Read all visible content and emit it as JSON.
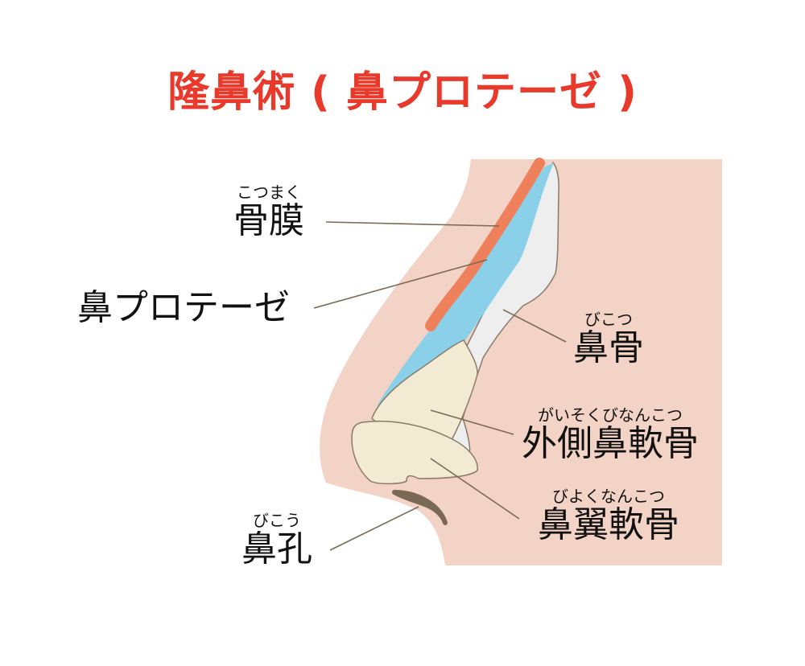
{
  "title": "隆鼻術 ( 鼻プロテーゼ )",
  "labels": {
    "periosteum": {
      "ruby": "こつまく",
      "text": "骨膜"
    },
    "implant": {
      "text": "鼻プロテーゼ"
    },
    "nasal_bone": {
      "ruby": "びこつ",
      "text": "鼻骨"
    },
    "lateral_cartilage": {
      "ruby": "がいそくびなんこつ",
      "text": "外側鼻軟骨"
    },
    "alar_cartilage": {
      "ruby": "びよくなんこつ",
      "text": "鼻翼軟骨"
    },
    "nostril": {
      "ruby": "びこう",
      "text": "鼻孔"
    }
  },
  "colors": {
    "title": "#e8392b",
    "skin": "#f3d3c6",
    "periosteum": "#ee815c",
    "implant": "#89d0e8",
    "bone": "#eeeeee",
    "cartilage": "#f2ead2",
    "nostril": "#7a6a55",
    "leader": "#7a6a55"
  }
}
